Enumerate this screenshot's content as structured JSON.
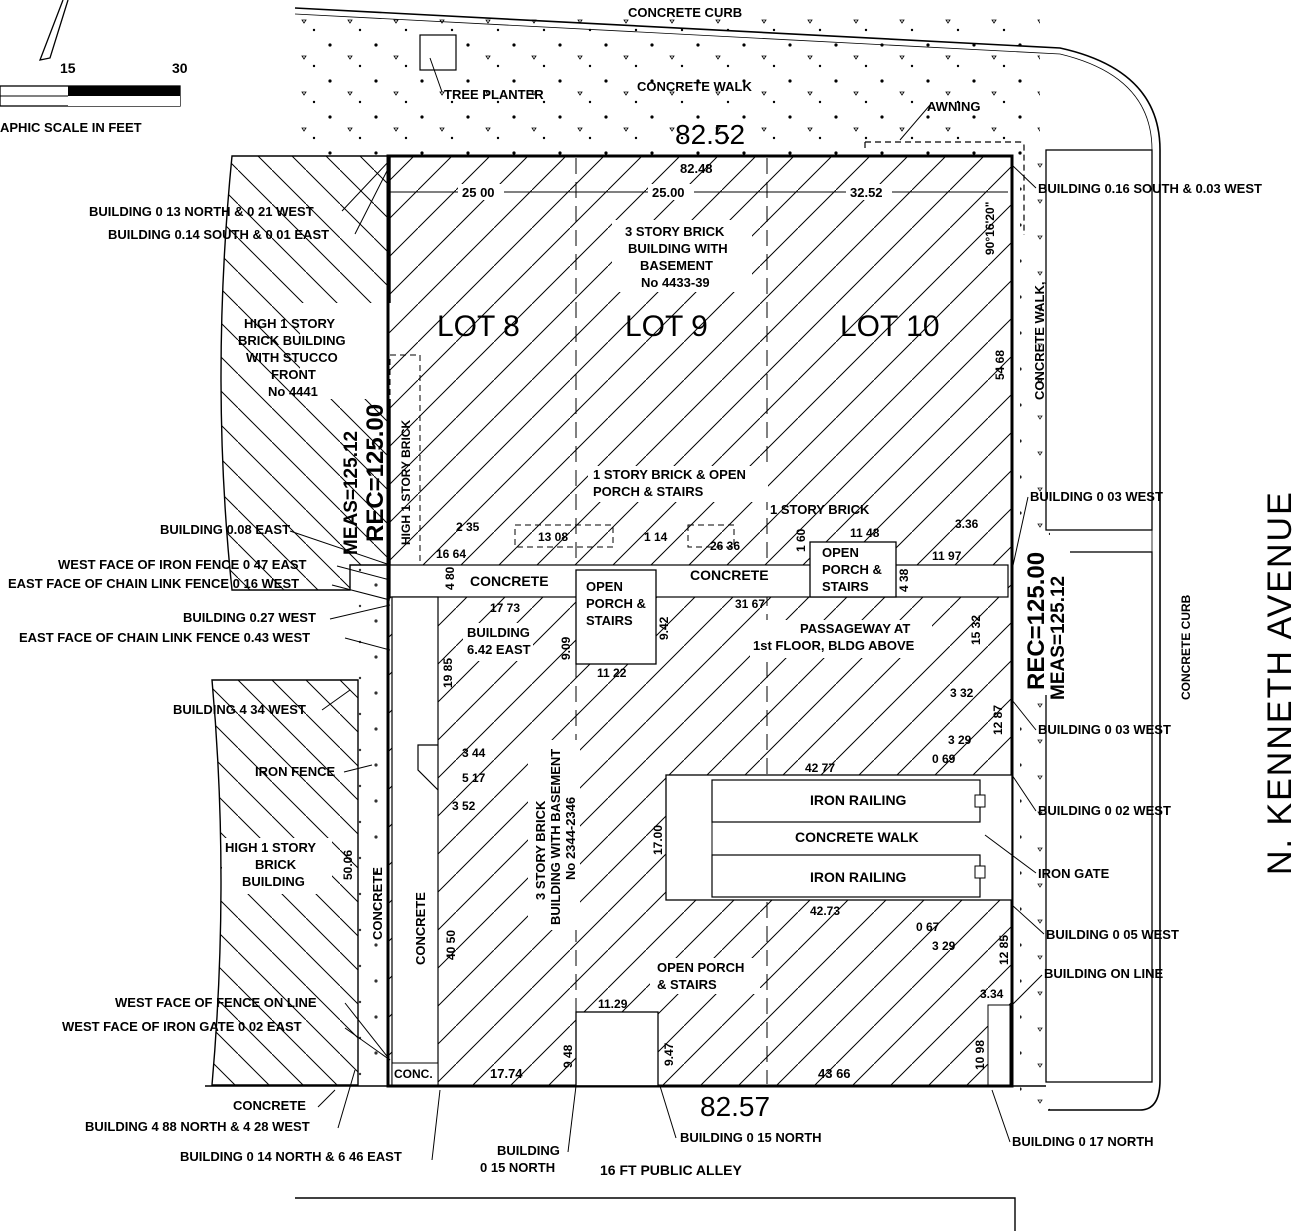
{
  "scale": {
    "tick1": "15",
    "tick2": "30",
    "label": "APHIC SCALE IN FEET"
  },
  "street": {
    "name": "N.  KENNETH  AVENUE",
    "alley": "16 FT      PUBLIC      ALLEY"
  },
  "top": {
    "curb": "CONCRETE  CURB",
    "walk": "CONCRETE WALK",
    "planter": "TREE PLANTER",
    "awning": "AWNING",
    "dim_main": "82.52",
    "dim_sub": "82.48",
    "seg1": "25 00",
    "seg2": "25.00",
    "seg3": "32.52",
    "angle": "90°16'20\""
  },
  "bottom": {
    "dim_main": "82.57",
    "seg1": "17.74",
    "seg2": "43 66",
    "conc": "CONC."
  },
  "lots": {
    "lot8": "LOT 8",
    "lot9": "LOT 9",
    "lot10": "LOT 10"
  },
  "main_building": [
    "3 STORY BRICK",
    "BUILDING WITH",
    "BASEMENT",
    "No  4433-39"
  ],
  "rear_building": [
    "3 STORY BRICK",
    "BUILDING WITH BASEMENT",
    "No  2344-2346"
  ],
  "west_building_top": [
    "HIGH 1 STORY",
    "BRICK BUILDING",
    "WITH STUCCO",
    "FRONT",
    "No  4441"
  ],
  "west_building_bottom": [
    "HIGH 1 STORY",
    "BRICK",
    "BUILDING"
  ],
  "west_dims": {
    "meas": "MEAS=125.12",
    "rec": "REC=125.00",
    "high": "HIGH 1 STORY BRICK"
  },
  "east_dims": {
    "rec": "REC=125.00",
    "meas": "MEAS=125.12",
    "walk": "CONCRETE WALK,",
    "curb": "CONCRETE  CURB",
    "d1": "54 68"
  },
  "left_notes": [
    "BUILDING 0 13 NORTH & 0 21 WEST",
    "BUILDING 0.14 SOUTH & 0 01 EAST",
    "BUILDING 0.08 EAST",
    "WEST FACE OF IRON FENCE 0 47 EAST",
    "EAST FACE OF CHAIN LINK FENCE 0 16 WEST",
    "BUILDING 0.27 WEST",
    "EAST FACE OF CHAIN LINK FENCE 0.43 WEST",
    "BUILDING 4 34 WEST",
    "IRON FENCE",
    "WEST FACE OF FENCE ON LINE",
    "WEST FACE OF IRON GATE 0 02 EAST",
    "CONCRETE",
    "BUILDING 4 88 NORTH & 4 28 WEST",
    "BUILDING 0 14 NORTH & 6 46 EAST"
  ],
  "right_notes": [
    "BUILDING 0.16 SOUTH & 0.03 WEST",
    "BUILDING 0 03 WEST",
    "BUILDING 0 03 WEST",
    "BUILDING 0 02 WEST",
    "IRON GATE",
    "BUILDING 0 05 WEST",
    "BUILDING ON LINE",
    "BUILDING 0 17 NORTH"
  ],
  "bottom_notes": [
    "BUILDING",
    "0 15 NORTH",
    "BUILDING 0 15 NORTH"
  ],
  "interior": {
    "porch_note1": "1 STORY BRICK & OPEN",
    "porch_note2": "PORCH & STAIRS",
    "brick_note": "1 STORY BRICK",
    "concrete1": "CONCRETE",
    "concrete2": "CONCRETE",
    "concrete_west": "CONCRETE",
    "concrete_far": "CONCRETE",
    "open_porch": [
      "OPEN",
      "PORCH &",
      "STAIRS"
    ],
    "open_porch2": [
      "OPEN",
      "PORCH &",
      "STAIRS"
    ],
    "building_east": [
      "BUILDING",
      "6.42 EAST"
    ],
    "passage": [
      "PASSAGEWAY AT",
      "1st FLOOR, BLDG ABOVE"
    ],
    "iron_railing1": "IRON RAILING",
    "iron_railing2": "IRON RAILING",
    "concrete_walk": "CONCRETE WALK",
    "open_porch_south": [
      "OPEN PORCH",
      "& STAIRS"
    ],
    "dims": {
      "d235": "2 35",
      "d1308": "13 08",
      "d114": "1 14",
      "d2636": "26 36",
      "d160": "1 60",
      "d1148": "11 48",
      "d336": "3.36",
      "d1664": "16 64",
      "d480": "4 80",
      "d1197": "11 97",
      "d1773": "17 73",
      "d3167": "31 67",
      "d438": "4 38",
      "d909": "9.09",
      "d942": "9.42",
      "d1122": "11 22",
      "d1532": "15 32",
      "d1985": "19 85",
      "d332": "3 32",
      "d1287": "12 87",
      "d329a": "3 29",
      "d069": "0 69",
      "d4277": "42 77",
      "d344": "3 44",
      "d517": "5 17",
      "d352": "3 52",
      "d1700": "17.00",
      "d5006": "50.06",
      "d4050": "40 50",
      "d4273": "42.73",
      "d067": "0 67",
      "d329b": "3 29",
      "d1285": "12 85",
      "d334": "3.34",
      "d1129": "11.29",
      "d948": "9 48",
      "d947": "9.47",
      "d1098": "10 98"
    }
  }
}
